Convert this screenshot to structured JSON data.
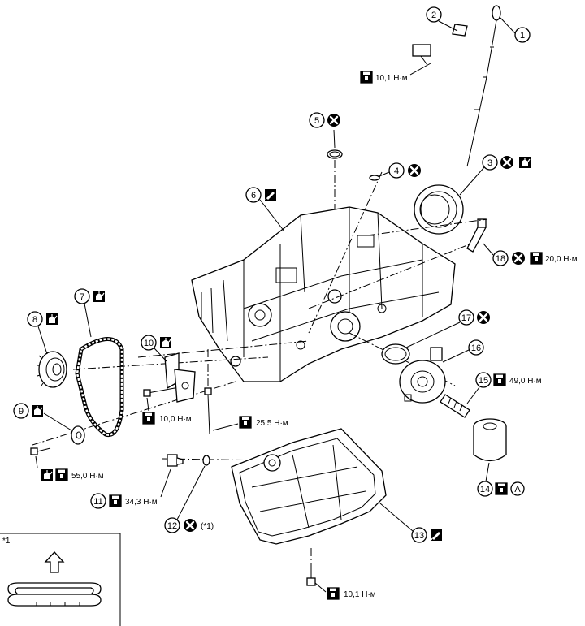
{
  "callouts": {
    "c1": "1",
    "c2": "2",
    "c3": "3",
    "c4": "4",
    "c5": "5",
    "c6": "6",
    "c7": "7",
    "c8": "8",
    "c9": "9",
    "c10": "10",
    "c11": "11",
    "c12": "12",
    "c13": "13",
    "c14": "14",
    "c15": "15",
    "c16": "16",
    "c17": "17",
    "c18": "18"
  },
  "torques": {
    "t2": "10,1 Н·м",
    "t18": "20,0 Н·м",
    "t15": "49,0 Н·м",
    "t10": "10,0 Н·м",
    "tbolt": "25,5 Н·м",
    "t9": "55,0 Н·м",
    "t11": "34,3 Н·м",
    "t13": "10,1 Н·м"
  },
  "notes": {
    "ref12": "(*1)",
    "markA": "A",
    "inset_label": "*1"
  },
  "icons": [
    "oil-can-icon",
    "torque-wrench-icon",
    "do-not-reuse-icon",
    "sealant-icon",
    "up-arrow-icon"
  ]
}
